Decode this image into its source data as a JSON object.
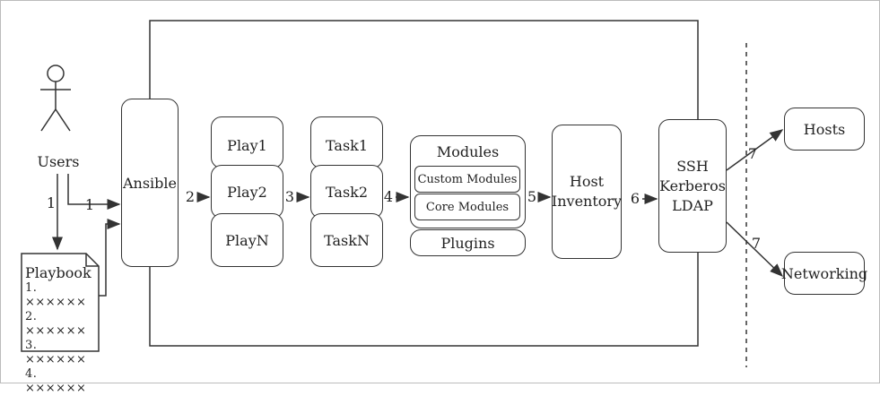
{
  "users": "Users",
  "ansible": "Ansible",
  "playbook": {
    "title": "Playbook",
    "items": [
      "1. ××××××",
      "2. ××××××",
      "3. ××××××",
      "4. ××××××"
    ]
  },
  "plays": [
    "Play1",
    "Play2",
    "PlayN"
  ],
  "tasks": [
    "Task1",
    "Task2",
    "TaskN"
  ],
  "modules": {
    "title": "Modules",
    "custom": "Custom Modules",
    "core": "Core Modules",
    "plugins": "Plugins"
  },
  "inventory": [
    "Host",
    "Inventory"
  ],
  "conn": [
    "SSH",
    "Kerberos",
    "LDAP"
  ],
  "hosts": "Hosts",
  "networking": "Networking",
  "steps": {
    "s1a": "1",
    "s1b": "1",
    "s2": "2",
    "s3": "3",
    "s4": "4",
    "s5": "5",
    "s6": "6",
    "s7a": "7",
    "s7b": "7"
  }
}
